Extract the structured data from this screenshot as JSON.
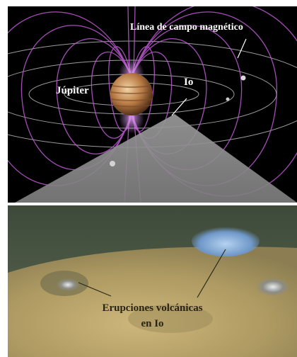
{
  "labels": {
    "magnetic_field_line": "Línea de campo magnético",
    "jupiter": "Júpiter",
    "io": "Io",
    "eruptions_line1": "Erupciones volcánicas",
    "eruptions_line2": "en Io"
  },
  "colors": {
    "field_lines": "#c25bd8",
    "orbit_lines": "#cfcfcf",
    "plasma_torus_plane": "#9a9a9a",
    "io_surface": "#b3a066",
    "plume": "#7fa6d8"
  }
}
